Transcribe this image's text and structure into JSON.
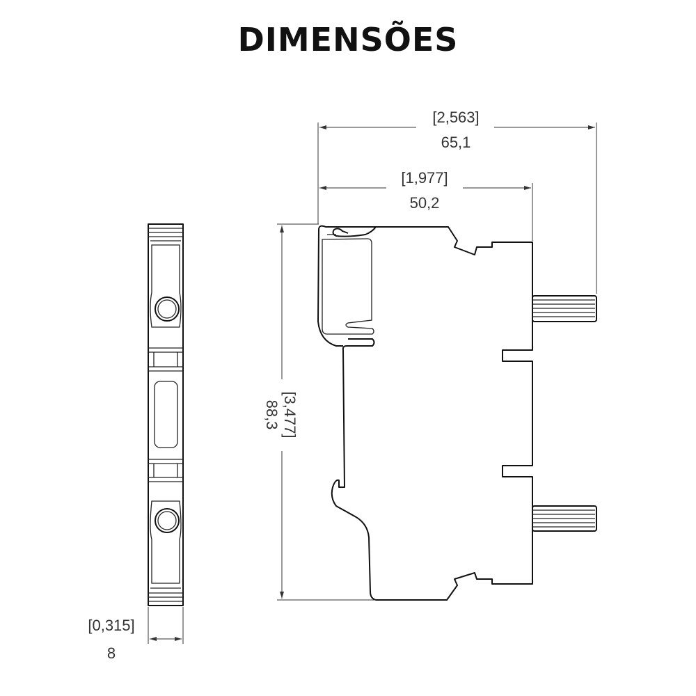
{
  "title": "DIMENSÕES",
  "dimensions": {
    "overall_depth": {
      "inches": "[2,563]",
      "mm": "65,1"
    },
    "body_depth": {
      "inches": "[1,977]",
      "mm": "50,2"
    },
    "height": {
      "inches": "[3,477]",
      "mm": "88,3"
    },
    "width": {
      "inches": "[0,315]",
      "mm": "8"
    }
  }
}
